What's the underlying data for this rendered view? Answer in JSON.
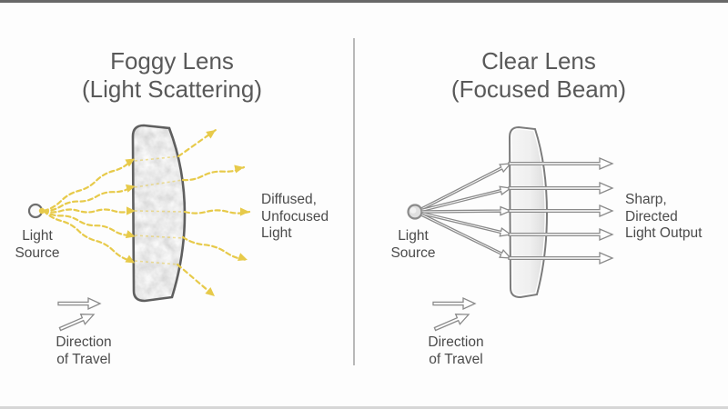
{
  "left_panel": {
    "title_line1": "Foggy Lens",
    "title_line2": "(Light Scattering)",
    "light_source_line1": "Light",
    "light_source_line2": "Source",
    "output_line1": "Diffused,",
    "output_line2": "Unfocused",
    "output_line3": "Light",
    "direction_line1": "Direction",
    "direction_line2": "of Travel"
  },
  "right_panel": {
    "title_line1": "Clear Lens",
    "title_line2": "(Focused Beam)",
    "light_source_line1": "Light",
    "light_source_line2": "Source",
    "output_line1": "Sharp,",
    "output_line2": "Directed",
    "output_line3": "Light Output",
    "direction_line1": "Direction",
    "direction_line2": "of Travel"
  },
  "colors": {
    "ray_yellow": "#e7ca4a",
    "arrow_outline_gray": "#8a8a8a",
    "lens_outline": "#5f5f5f",
    "clear_lens_outline": "#7c7c7c",
    "divider": "#9c9c9c",
    "title_text": "#595959",
    "label_text": "#4b4b4b"
  }
}
